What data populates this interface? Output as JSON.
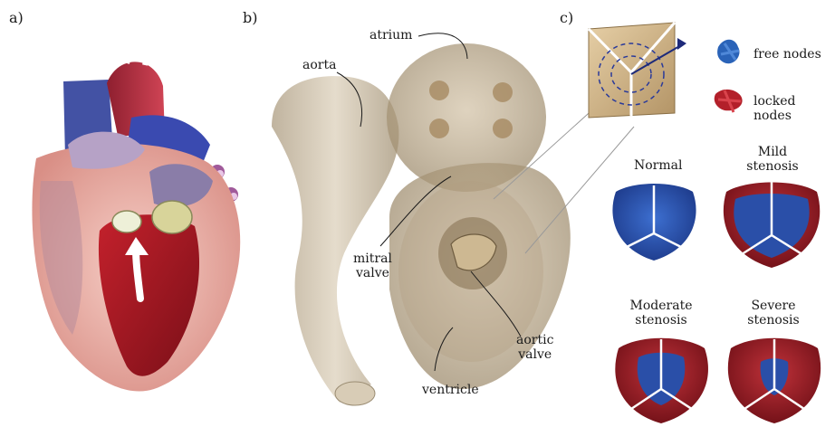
{
  "panels": {
    "a": {
      "label": "a)"
    },
    "b": {
      "label": "b)",
      "annotations": {
        "atrium": "atrium",
        "aorta": "aorta",
        "mitral": "mitral\nvalve",
        "aortic": "aortic\nvalve",
        "ventricle": "ventricle"
      }
    },
    "c": {
      "label": "c)",
      "legend": {
        "free": "free nodes",
        "locked": "locked nodes"
      },
      "cases": {
        "normal": "Normal",
        "mild": "Mild\nstenosis",
        "moderate": "Moderate\nstenosis",
        "severe": "Severe\nstenosis"
      }
    }
  },
  "colors": {
    "free_nodes": "#2a63b8",
    "locked_nodes": "#b3202a",
    "tissue_beige": "#c9b79a",
    "valve_blue": "#2a4fa8",
    "valve_red": "#a0202a"
  }
}
